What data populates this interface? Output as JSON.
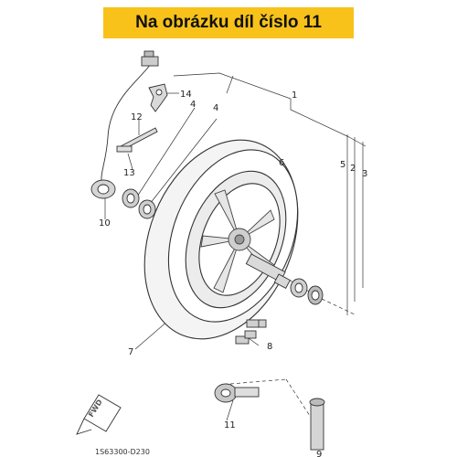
{
  "header": {
    "title": "Na obrázku díl číslo 11"
  },
  "diagram": {
    "drawing_code": "1S63300-D230",
    "fwd_label": "FWD",
    "callouts": {
      "c1": "1",
      "c2": "2",
      "c3": "3",
      "c4a": "4",
      "c4b": "4",
      "c5": "5",
      "c6": "6",
      "c7": "7",
      "c8": "8",
      "c9": "9",
      "c10": "10",
      "c11": "11",
      "c12": "12",
      "c13": "13",
      "c14": "14"
    }
  }
}
